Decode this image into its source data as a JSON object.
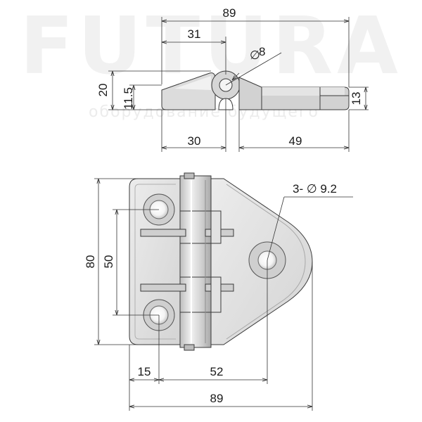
{
  "watermark": {
    "brand": "FUTURA",
    "tagline": "оборудование будущего"
  },
  "top_view": {
    "width_total": "89",
    "width_left_to_pin": "31",
    "pin_diameter": "8",
    "height_total": "20",
    "height_pin_center": "11.5",
    "thickness": "13",
    "bottom_left": "30",
    "bottom_right": "49"
  },
  "front_view": {
    "holes_label": "3- ∅ 9.2",
    "height_total": "80",
    "hole_spacing_vertical": "50",
    "offset_left": "15",
    "offset_mid": "52",
    "width_total": "89"
  },
  "colors": {
    "metal_light": "#e6e6e6",
    "metal_mid": "#cfcfcf",
    "metal_dark": "#9a9a9a",
    "line": "#333333"
  }
}
